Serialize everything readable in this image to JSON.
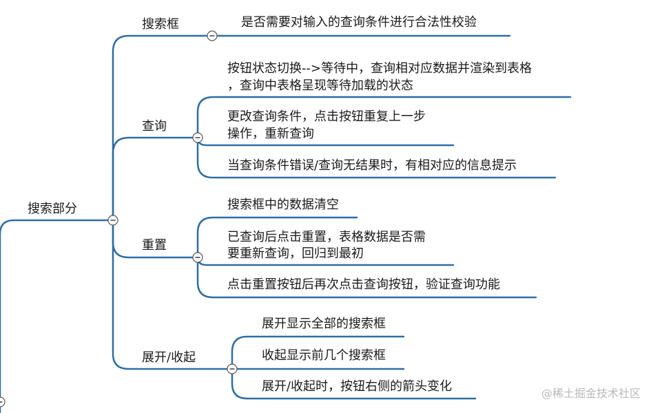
{
  "root": {
    "label": "搜索部分"
  },
  "branches": [
    {
      "label": "搜索框",
      "children": [
        "是否需要对输入的查询条件进行合法性校验"
      ]
    },
    {
      "label": "查询",
      "children": [
        [
          "按钮状态切换-->等待中，查询相对应数据并渲染到表格",
          "，查询中表格呈现等待加载的状态"
        ],
        [
          "更改查询条件，点击按钮重复上一步",
          "操作，重新查询"
        ],
        "当查询条件错误/查询无结果时，有相对应的信息提示"
      ]
    },
    {
      "label": "重置",
      "children": [
        "搜索框中的数据清空",
        [
          "已查询后点击重置，表格数据是否需",
          "要重新查询，回归到最初"
        ],
        "点击重置按钮后再次点击查询按钮，验证查询功能"
      ]
    },
    {
      "label": "展开/收起",
      "children": [
        "展开显示全部的搜索框",
        "收起显示前几个搜索框",
        "展开/收起时，按钮右侧的箭头变化"
      ]
    }
  ],
  "watermark": "@稀土掘金技术社区",
  "colors": {
    "line": "#2e6da4",
    "text": "#1a1a1a",
    "collapse_border": "#555555"
  },
  "icons": {
    "collapse": "minus-circle-icon"
  }
}
